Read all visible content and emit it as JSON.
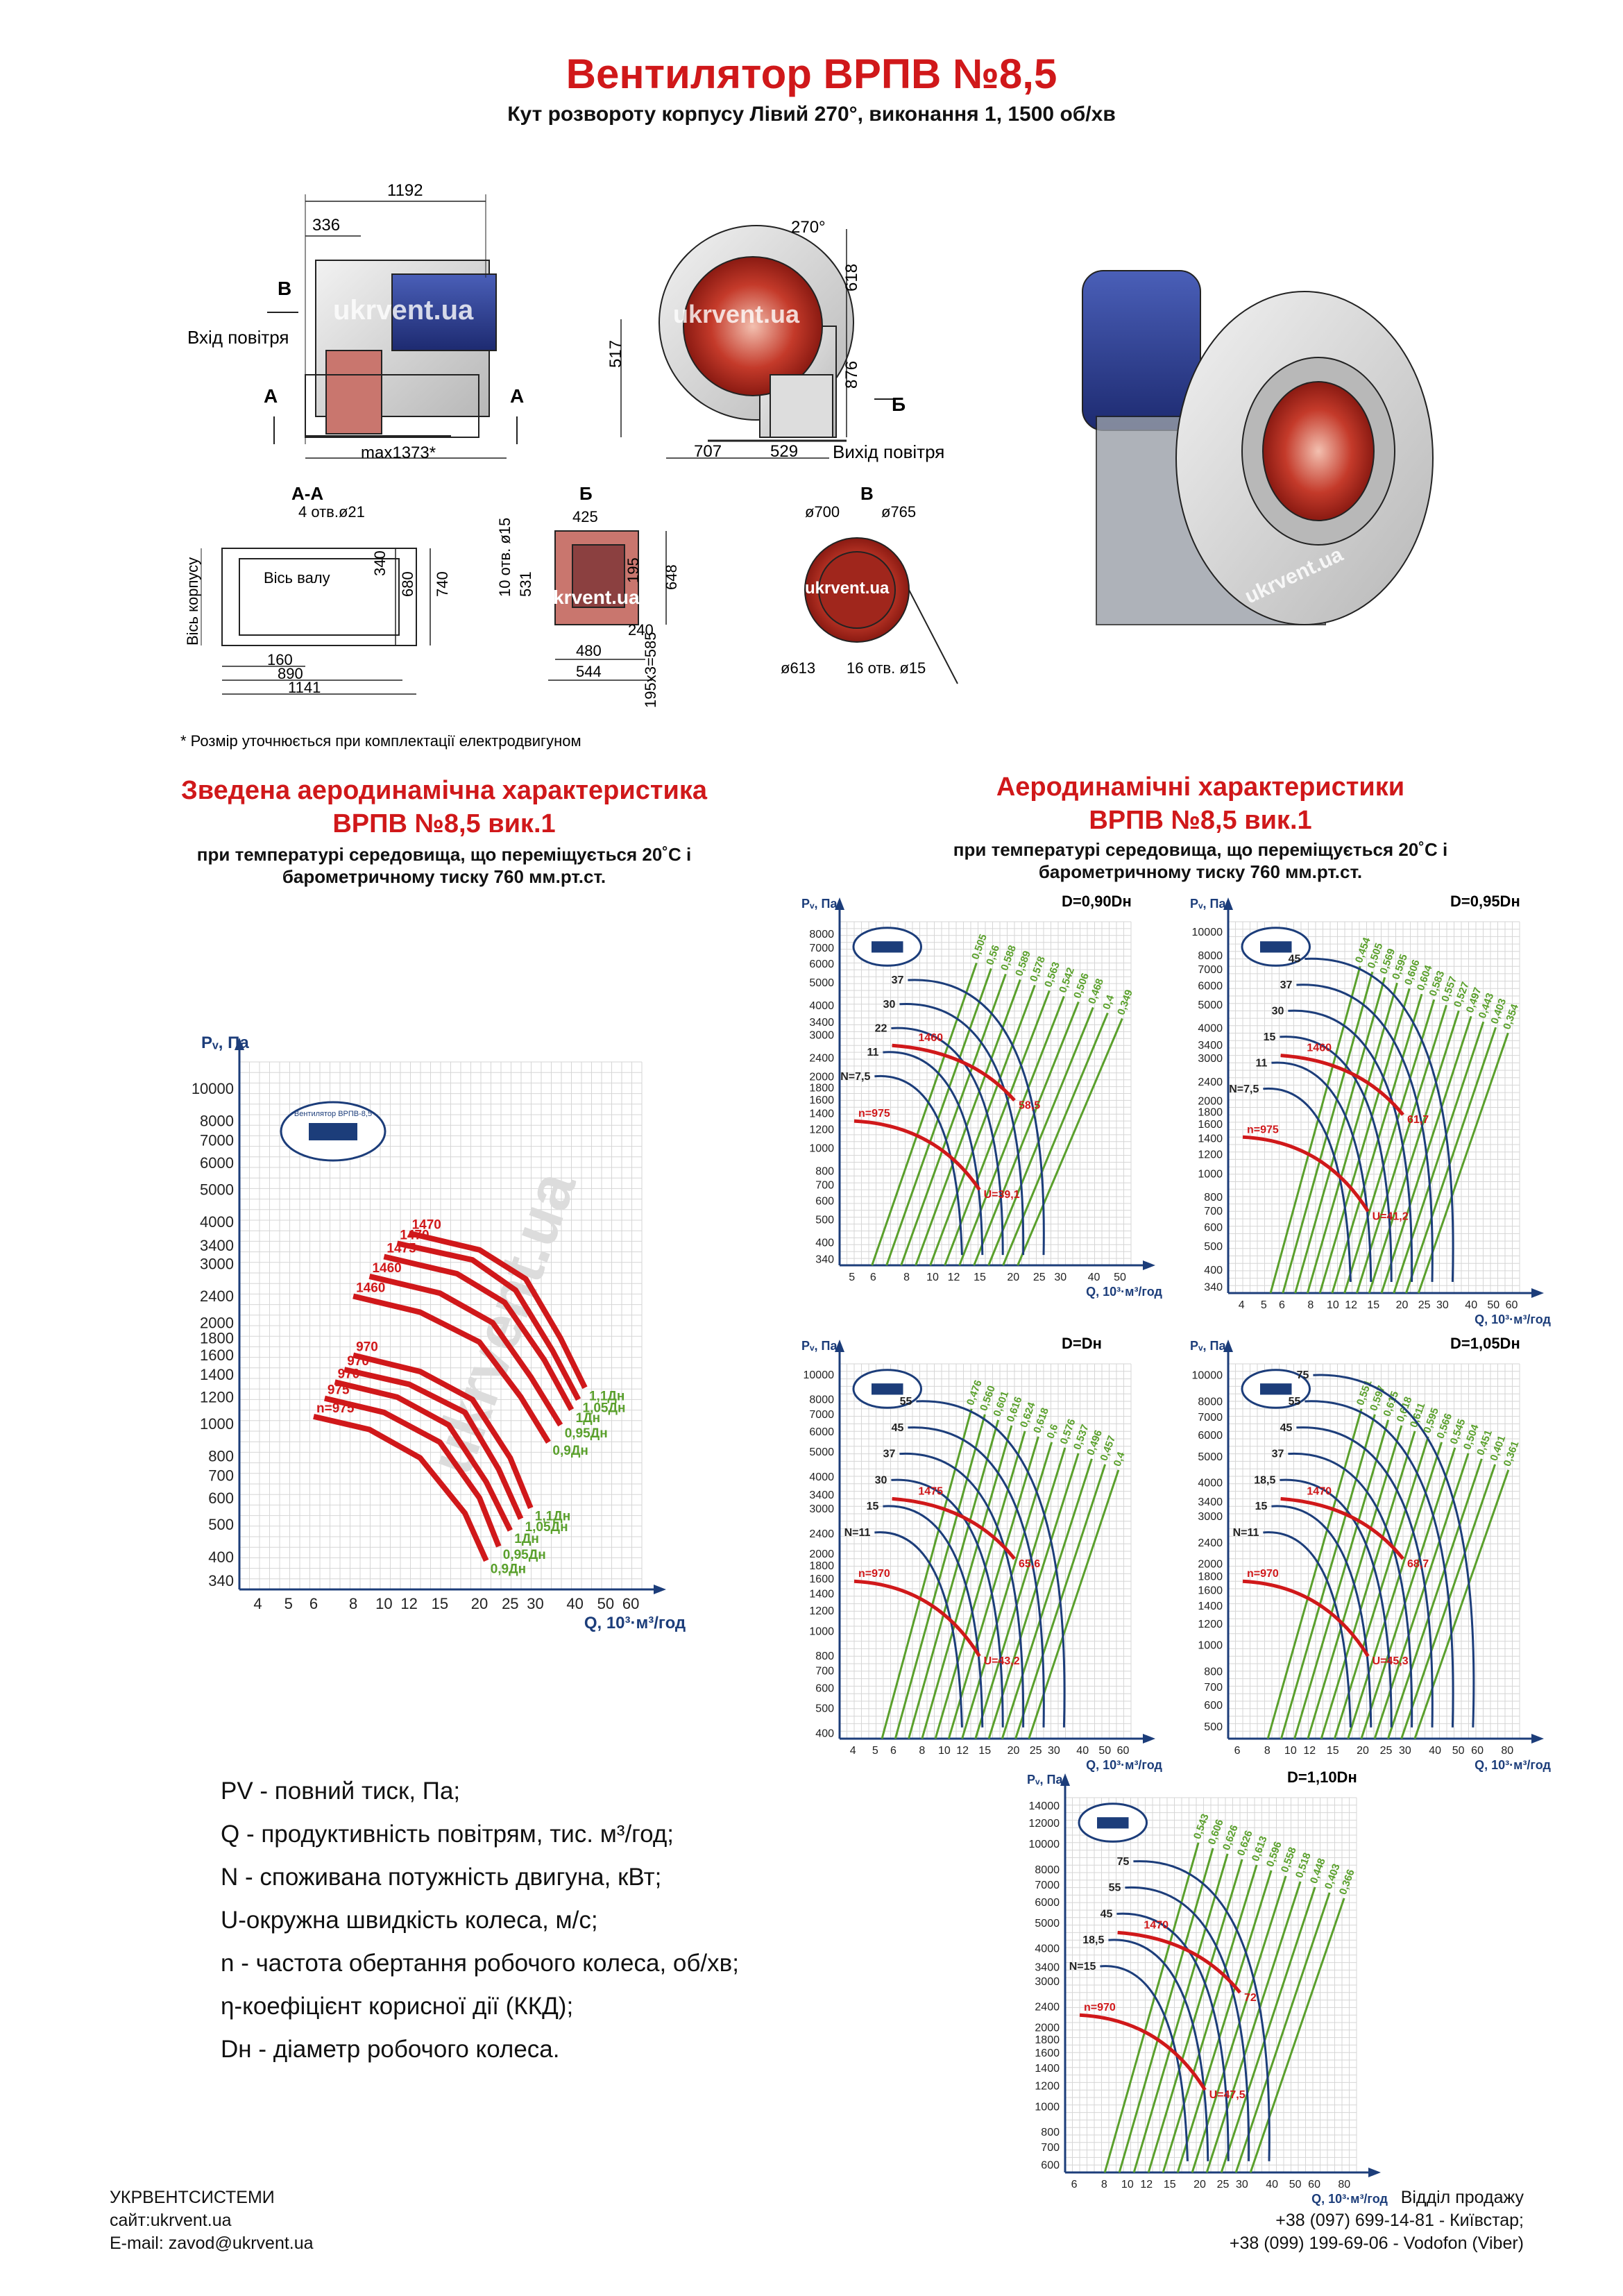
{
  "header": {
    "title": "Вентилятор ВРПВ №8,5",
    "subtitle": "Кут розвороту корпусу Лівий 270°, виконання 1, 1500 об/хв"
  },
  "drawings": {
    "watermark": "ukrvent.ua",
    "side_view": {
      "dim_total": "1192",
      "dim_inlet": "336",
      "dim_max": "max1373*",
      "label_b": "В",
      "label_a_left": "А",
      "label_a_right": "А",
      "inlet_label": "Вхід повітря"
    },
    "front_view": {
      "angle": "270°",
      "dim_618": "618",
      "dim_517": "517",
      "dim_876": "876",
      "dim_707": "707",
      "dim_529": "529",
      "label_b": "Б",
      "outlet_label": "Вихід повітря"
    },
    "section_aa": {
      "title": "А-А",
      "holes": "4 отв.ø21",
      "axis_shaft": "Вісь валу",
      "axis_body": "Вісь корпусу",
      "dim_340": "340",
      "dim_680": "680",
      "dim_740": "740",
      "dim_160": "160",
      "dim_890": "890",
      "dim_1141": "1141"
    },
    "section_b": {
      "title": "Б",
      "dim_425": "425",
      "holes": "10 отв. ø15",
      "dim_531": "531",
      "dim_195": "195",
      "dim_648": "648",
      "dim_240": "240",
      "dim_480": "480",
      "dim_544": "544",
      "dim_pitch": "195х3=585"
    },
    "section_v": {
      "title": "В",
      "d700": "ø700",
      "d765": "ø765",
      "d613": "ø613",
      "holes": "16 отв. ø15"
    },
    "footnote": "* Розмір уточнюється при комплектації електродвигуном"
  },
  "summary": {
    "title_line1": "Зведена аеродинамічна характеристика",
    "title_line2": "ВРПВ №8,5 вик.1",
    "cond_line1": "при температурі середовища, що переміщується 20˚С і",
    "cond_line2": "барометричному тиску 760 мм.рт.ст."
  },
  "aero": {
    "title_line1": "Аеродинамічні характеристики",
    "title_line2": "ВРПВ №8,5 вик.1",
    "cond_line1": "при температурі середовища, що переміщується 20˚С і",
    "cond_line2": "барометричному тиску 760 мм.рт.ст."
  },
  "legend": [
    "PV - повний тиск, Па;",
    "Q - продуктивність повітрям, тис. м³/год;",
    "N - споживана потужність двигуна, кВт;",
    "U-окружна швидкість колеса, м/с;",
    "n - частота обертання робочого колеса, об/хв;",
    "η-коефіцієнт корисної дії (ККД);",
    "Dн - діаметр робочого колеса."
  ],
  "footer": {
    "company": "УКРВЕНТСИСТЕМИ",
    "site": "сайт:ukrvent.ua",
    "email": "E-mail: zavod@ukrvent.ua",
    "sales": "Відділ продажу",
    "phone1": "+38 (097) 699-14-81 - Київстар;",
    "phone2": "+38 (099) 199-69-06 - Vodofon (Viber)"
  },
  "colors": {
    "title_red": "#d0181a",
    "curve_red": "#d0181a",
    "eff_green": "#5aa02c",
    "power_blue": "#1c3d7a",
    "axis_blue": "#1c3d7a"
  },
  "chart_data": [
    {
      "type": "line",
      "id": "summary",
      "ylabel": "Pᵥ, Па",
      "xlabel": "Q, 10³·м³/год",
      "log_scale": true,
      "grid": true,
      "logo_text": "Вентилятор ВРПВ-8,5",
      "x_ticks": [
        4,
        5,
        6,
        8,
        10,
        12,
        15,
        20,
        25,
        30,
        40,
        50,
        60
      ],
      "y_ticks": [
        340,
        400,
        500,
        600,
        700,
        800,
        1000,
        1200,
        1400,
        1600,
        1800,
        2000,
        2400,
        3000,
        3400,
        4000,
        5000,
        6000,
        7000,
        8000,
        10000
      ],
      "series": [
        {
          "name": "1,1Дн",
          "n_label": "1470",
          "points": [
            [
              12,
              3700
            ],
            [
              20,
              3300
            ],
            [
              28,
              2700
            ],
            [
              36,
              1800
            ],
            [
              43,
              1280
            ]
          ]
        },
        {
          "name": "1,05Дн",
          "n_label": "1470",
          "points": [
            [
              11,
              3450
            ],
            [
              19,
              3080
            ],
            [
              26,
              2500
            ],
            [
              34,
              1650
            ],
            [
              41,
              1180
            ]
          ]
        },
        {
          "name": "1Дн",
          "n_label": "1475",
          "points": [
            [
              10,
              3150
            ],
            [
              17,
              2800
            ],
            [
              24,
              2300
            ],
            [
              32,
              1550
            ],
            [
              39,
              1100
            ]
          ]
        },
        {
          "name": "0,95Дн",
          "n_label": "1460",
          "points": [
            [
              9,
              2750
            ],
            [
              15,
              2450
            ],
            [
              22,
              2000
            ],
            [
              29,
              1380
            ],
            [
              36,
              990
            ]
          ]
        },
        {
          "name": "0,9Дн",
          "n_label": "1460",
          "points": [
            [
              8,
              2400
            ],
            [
              13,
              2150
            ],
            [
              20,
              1750
            ],
            [
              27,
              1200
            ],
            [
              33,
              880
            ]
          ]
        },
        {
          "name": "1,1Дн",
          "n_label": "970",
          "points": [
            [
              8,
              1600
            ],
            [
              13,
              1430
            ],
            [
              19,
              1180
            ],
            [
              25,
              790
            ],
            [
              29,
              560
            ]
          ]
        },
        {
          "name": "1,05Дн",
          "n_label": "970",
          "points": [
            [
              7.5,
              1450
            ],
            [
              12,
              1310
            ],
            [
              18,
              1080
            ],
            [
              23,
              730
            ],
            [
              27,
              520
            ]
          ]
        },
        {
          "name": "1Дн",
          "n_label": "970",
          "points": [
            [
              7,
              1330
            ],
            [
              11,
              1200
            ],
            [
              16,
              990
            ],
            [
              21,
              670
            ],
            [
              25,
              480
            ]
          ]
        },
        {
          "name": "0,95Дн",
          "n_label": "975",
          "points": [
            [
              6.5,
              1190
            ],
            [
              10,
              1080
            ],
            [
              15,
              880
            ],
            [
              20,
              600
            ],
            [
              23,
              430
            ]
          ]
        },
        {
          "name": "0,9Дн",
          "n_label": "n=975",
          "points": [
            [
              6,
              1050
            ],
            [
              9,
              960
            ],
            [
              13,
              790
            ],
            [
              18,
              540
            ],
            [
              21,
              390
            ]
          ]
        }
      ]
    },
    {
      "type": "line",
      "id": "d090",
      "title": "D=0,90Dн",
      "ylabel": "Pᵥ, Па",
      "xlabel": "Q, 10³·м³/год",
      "x_ticks": [
        5,
        6,
        8,
        10,
        12,
        15,
        20,
        25,
        30,
        40,
        50
      ],
      "y_ticks": [
        340,
        400,
        500,
        600,
        700,
        800,
        1000,
        1200,
        1400,
        1600,
        1800,
        2000,
        2400,
        3000,
        3400,
        4000,
        5000,
        6000,
        7000,
        8000
      ],
      "n_high": "1460",
      "n_low": "n=975",
      "u_high": "58,5",
      "u_low": "U=39,1",
      "power_labels": [
        "N=7,5",
        "11",
        "22",
        "30",
        "37"
      ],
      "eff_labels": [
        "0,505",
        "0,56",
        "0,588",
        "0,589",
        "0,578",
        "0,563",
        "0,542",
        "0,506",
        "0,468",
        "0,4",
        "0,349"
      ]
    },
    {
      "type": "line",
      "id": "d095",
      "title": "D=0,95Dн",
      "ylabel": "Pᵥ, Па",
      "xlabel": "Q, 10³·м³/год",
      "x_ticks": [
        4,
        5,
        6,
        8,
        10,
        12,
        15,
        20,
        25,
        30,
        40,
        50,
        60
      ],
      "y_ticks": [
        340,
        400,
        500,
        600,
        700,
        800,
        1000,
        1200,
        1400,
        1600,
        1800,
        2000,
        2400,
        3000,
        3400,
        4000,
        5000,
        6000,
        7000,
        8000,
        10000
      ],
      "n_high": "1460",
      "n_low": "n=975",
      "u_high": "61,7",
      "u_low": "U=41,2",
      "power_labels": [
        "N=7,5",
        "11",
        "15",
        "30",
        "37",
        "45"
      ],
      "eff_labels": [
        "0,454",
        "0,505",
        "0,569",
        "0,595",
        "0,606",
        "0,604",
        "0,583",
        "0,557",
        "0,527",
        "0,497",
        "0,443",
        "0,403",
        "0,354"
      ]
    },
    {
      "type": "line",
      "id": "d100",
      "title": "D=Dн",
      "ylabel": "Pᵥ, Па",
      "xlabel": "Q, 10³·м³/год",
      "x_ticks": [
        4,
        5,
        6,
        8,
        10,
        12,
        15,
        20,
        25,
        30,
        40,
        50,
        60
      ],
      "y_ticks": [
        400,
        500,
        600,
        700,
        800,
        1000,
        1200,
        1400,
        1600,
        1800,
        2000,
        2400,
        3000,
        3400,
        4000,
        5000,
        6000,
        7000,
        8000,
        10000
      ],
      "n_high": "1475",
      "n_low": "n=970",
      "u_high": "65,6",
      "u_low": "U=43,2",
      "power_labels": [
        "N=11",
        "15",
        "30",
        "37",
        "45",
        "55"
      ],
      "eff_labels": [
        "0,476",
        "0,560",
        "0,601",
        "0,616",
        "0,624",
        "0,618",
        "0,6",
        "0,576",
        "0,537",
        "0,496",
        "0,457",
        "0,4"
      ]
    },
    {
      "type": "line",
      "id": "d105",
      "title": "D=1,05Dн",
      "ylabel": "Pᵥ, Па",
      "xlabel": "Q, 10³·м³/год",
      "x_ticks": [
        6,
        8,
        10,
        12,
        15,
        20,
        25,
        30,
        40,
        50,
        60,
        80
      ],
      "y_ticks": [
        500,
        600,
        700,
        800,
        1000,
        1200,
        1400,
        1600,
        1800,
        2000,
        2400,
        3000,
        3400,
        4000,
        5000,
        6000,
        7000,
        8000,
        10000
      ],
      "n_high": "1470",
      "n_low": "n=970",
      "u_high": "68,7",
      "u_low": "U=45,3",
      "power_labels": [
        "N=11",
        "15",
        "18,5",
        "37",
        "45",
        "55",
        "75"
      ],
      "eff_labels": [
        "0,551",
        "0,597",
        "0,615",
        "0,618",
        "0,611",
        "0,595",
        "0,566",
        "0,545",
        "0,504",
        "0,451",
        "0,401",
        "0,361"
      ]
    },
    {
      "type": "line",
      "id": "d110",
      "title": "D=1,10Dн",
      "ylabel": "Pᵥ, Па",
      "xlabel": "Q, 10³·м³/год",
      "x_ticks": [
        6,
        8,
        10,
        12,
        15,
        20,
        25,
        30,
        40,
        50,
        60,
        80
      ],
      "y_ticks": [
        600,
        700,
        800,
        1000,
        1200,
        1400,
        1600,
        1800,
        2000,
        2400,
        3000,
        3400,
        4000,
        5000,
        6000,
        7000,
        8000,
        10000,
        12000,
        14000
      ],
      "n_high": "1470",
      "n_low": "n=970",
      "u_high": "72",
      "u_low": "U=47,5",
      "power_labels": [
        "N=15",
        "18,5",
        "45",
        "55",
        "75"
      ],
      "eff_labels": [
        "0,543",
        "0,606",
        "0,626",
        "0,626",
        "0,613",
        "0,596",
        "0,558",
        "0,518",
        "0,448",
        "0,403",
        "0,366"
      ]
    }
  ]
}
